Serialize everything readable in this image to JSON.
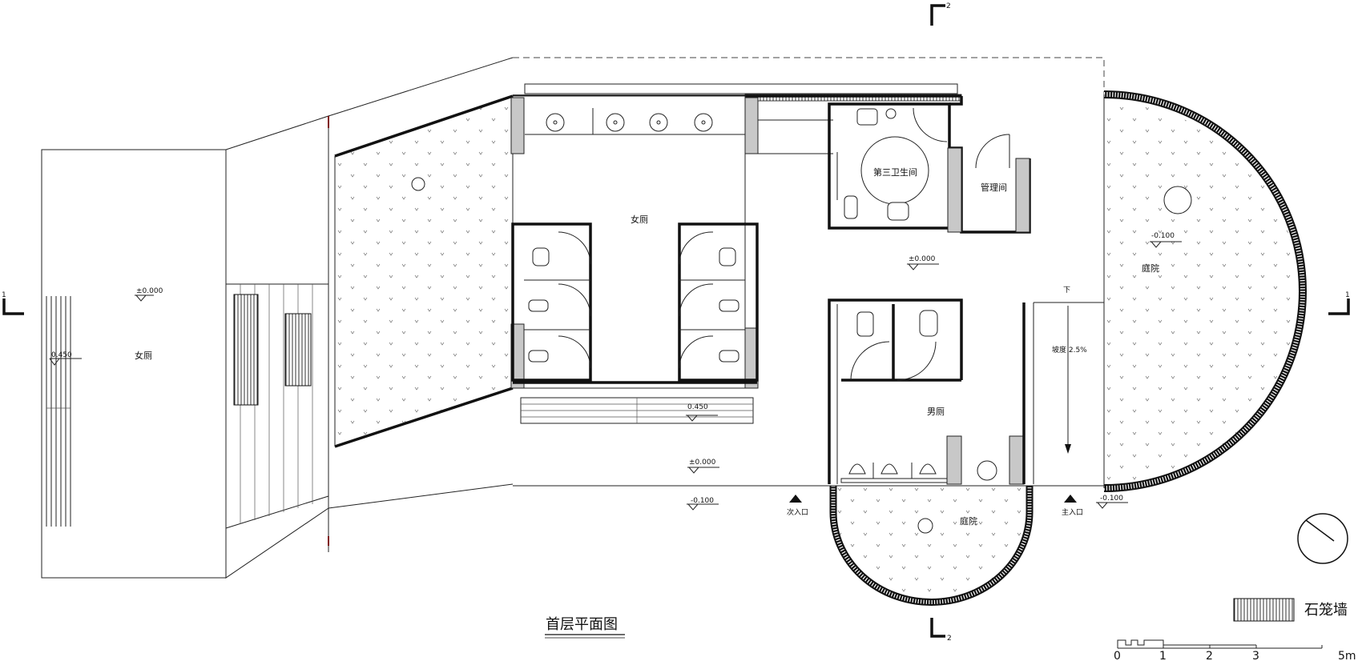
{
  "title": "首层平面图",
  "rooms": {
    "womens_wc_main": "女厕",
    "womens_wc_left": "女厕",
    "third_wc": "第三卫生间",
    "management": "管理间",
    "mens_wc": "男厕",
    "courtyard_right": "庭院",
    "courtyard_bottom": "庭院"
  },
  "levels": {
    "left_floor": "±0.000",
    "left_platform": "0.450",
    "center_steps": "0.450",
    "center_floor": "±0.000",
    "corridor_floor": "±0.000",
    "outside_left": "-0.100",
    "outside_right": "-0.100",
    "courtyard_right": "-0.100"
  },
  "ramp": {
    "down": "下",
    "slope": "坡度 2.5%"
  },
  "entrances": {
    "secondary": "次入口",
    "main": "主入口"
  },
  "sections": {
    "s1_left": "1",
    "s1_right": "1",
    "s2_top": "2",
    "s2_bottom": "2"
  },
  "legend": {
    "label": "石笼墙"
  },
  "scale_bar": {
    "ticks": [
      "0",
      "1",
      "2",
      "3",
      "5m"
    ]
  }
}
